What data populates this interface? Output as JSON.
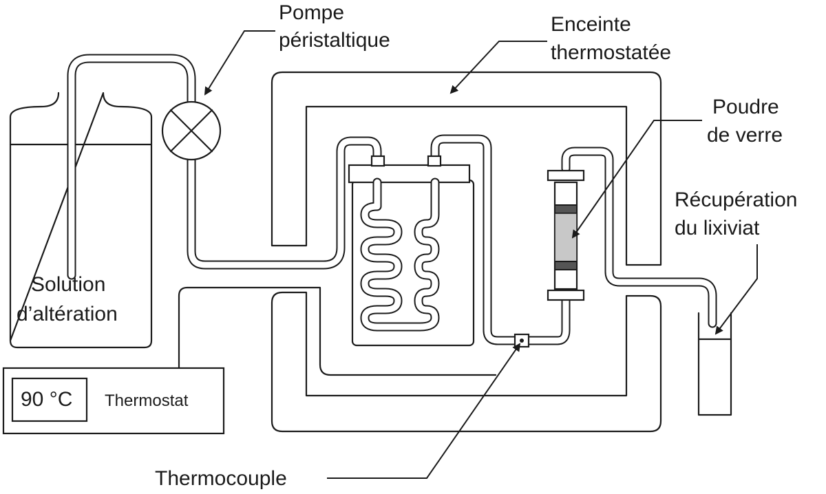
{
  "labels": {
    "pompe_line1": "Pompe",
    "pompe_line2": "péristaltique",
    "enceinte_line1": "Enceinte",
    "enceinte_line2": "thermostatée",
    "poudre_line1": "Poudre",
    "poudre_line2": "de verre",
    "recup_line1": "Récupération",
    "recup_line2": "du lixiviat",
    "solution_line1": "Solution",
    "solution_line2": "d’altération",
    "thermostat_value": "90 °C",
    "thermostat_label": "Thermostat",
    "thermocouple": "Thermocouple"
  },
  "colors": {
    "line": "#1a1a1a",
    "glass_powder": "#c8c8c8",
    "filter_band": "#555555",
    "background": "#ffffff"
  }
}
